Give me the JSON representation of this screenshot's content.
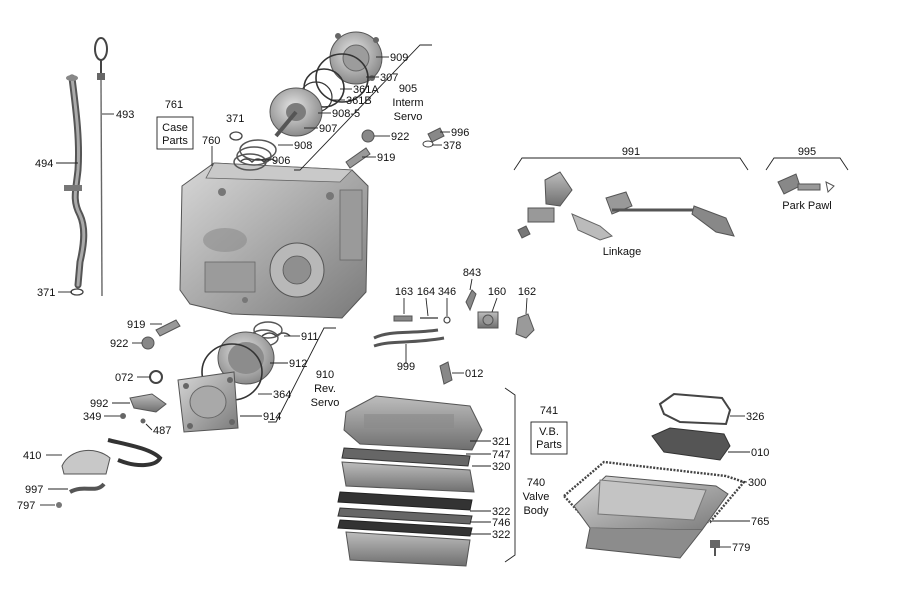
{
  "labels": {
    "l909": "909",
    "l307": "307",
    "l361a": "361A",
    "l361b": "361B",
    "l908_5": "908-5",
    "l907": "907",
    "l908": "908",
    "l906": "906",
    "l371a": "371",
    "l493": "493",
    "l494": "494",
    "l371b": "371",
    "l760": "760",
    "l922a": "922",
    "l919a": "919",
    "l996": "996",
    "l378": "378",
    "l991": "991",
    "l995": "995",
    "l919b": "919",
    "l922b": "922",
    "l911": "911",
    "l912": "912",
    "l072": "072",
    "l364": "364",
    "l992": "992",
    "l349": "349",
    "l914": "914",
    "l487": "487",
    "l410": "410",
    "l997": "997",
    "l797": "797",
    "l163": "163",
    "l164": "164",
    "l346": "346",
    "l843": "843",
    "l160": "160",
    "l162": "162",
    "l999": "999",
    "l012": "012",
    "l321": "321",
    "l747": "747",
    "l320": "320",
    "l322a": "322",
    "l746": "746",
    "l322b": "322",
    "l326": "326",
    "l010": "010",
    "l300": "300",
    "l765": "765",
    "l779": "779"
  },
  "groups": {
    "interm_servo": {
      "number": "905",
      "line1": "Interm",
      "line2": "Servo"
    },
    "rev_servo": {
      "number": "910",
      "line1": "Rev.",
      "line2": "Servo"
    },
    "valve_body": {
      "number": "740",
      "line1": "Valve",
      "line2": "Body"
    },
    "linkage": "Linkage",
    "park_pawl": "Park Pawl"
  },
  "boxes": {
    "case_parts": {
      "number": "761",
      "line1": "Case",
      "line2": "Parts"
    },
    "vb_parts": {
      "number": "741",
      "line1": "V.B.",
      "line2": "Parts"
    }
  }
}
